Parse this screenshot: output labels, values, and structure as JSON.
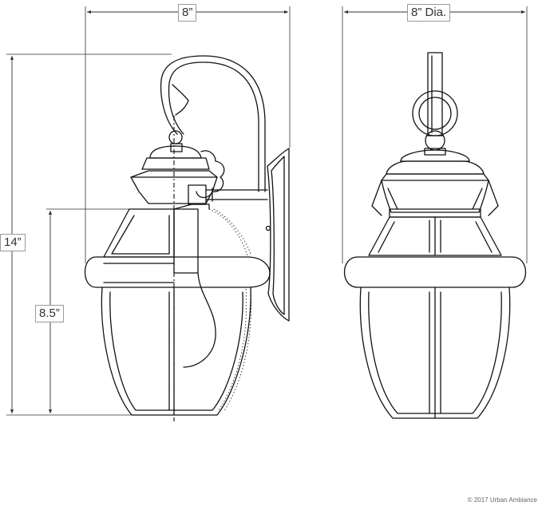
{
  "dimensions": {
    "side_width": "8”",
    "front_diameter": "8” Dia.",
    "total_height": "14”",
    "body_height": "8.5”"
  },
  "copyright": "© 2017 Urban Ambiance",
  "colors": {
    "line": "#111111",
    "dimension": "#333333",
    "background": "#ffffff"
  }
}
